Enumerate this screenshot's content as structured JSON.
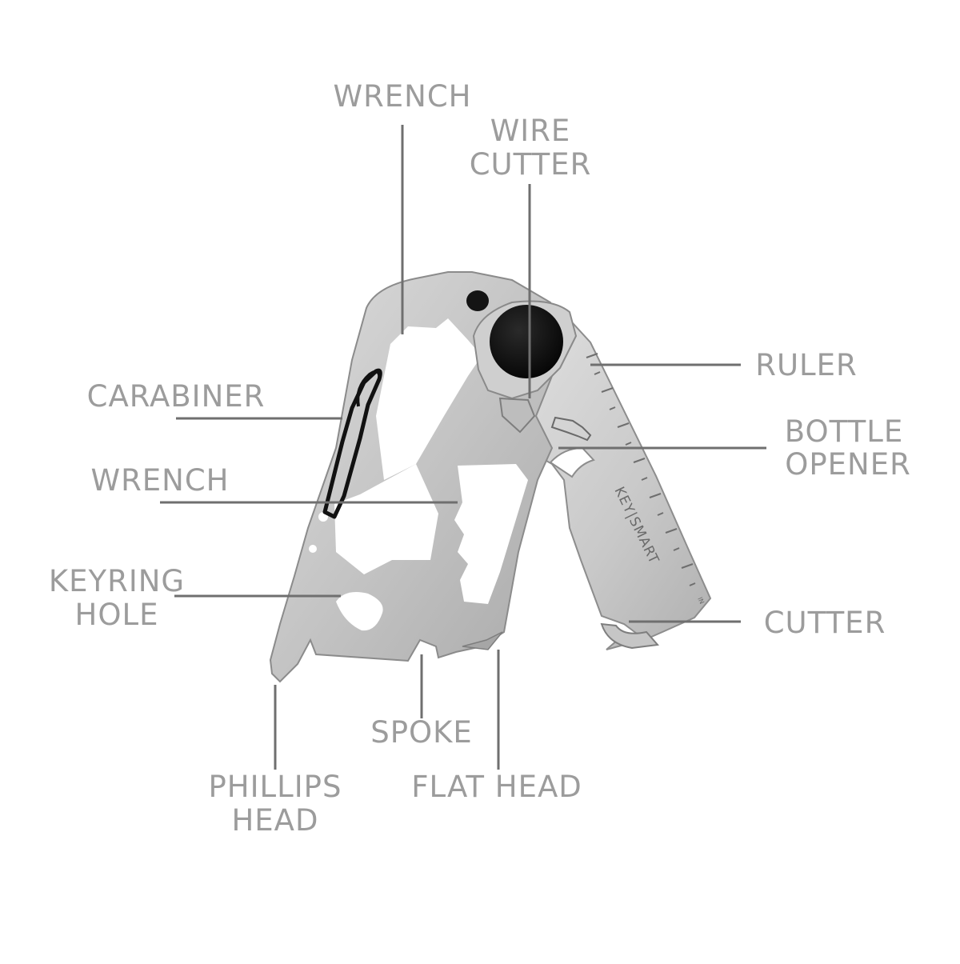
{
  "product": {
    "brand_text": "KEY|SMART",
    "ruler_unit": "IN"
  },
  "callouts": {
    "wrench_top": "WRENCH",
    "wire_cutter": [
      "WIRE",
      "CUTTER"
    ],
    "ruler": "RULER",
    "carabiner": "CARABINER",
    "bottle_opener": [
      "BOTTLE",
      "OPENER"
    ],
    "wrench_mid": "WRENCH",
    "keyring_hole": [
      "KEYRING",
      "HOLE"
    ],
    "cutter": "CUTTER",
    "spoke": "SPOKE",
    "phillips_head": [
      "PHILLIPS",
      "HEAD"
    ],
    "flat_head": "FLAT HEAD"
  },
  "colors": {
    "label_text": "#9c9c9c",
    "leader_line": "#6f6f6f",
    "steel_light": "#d6d6d6",
    "steel_mid": "#b9b9b9",
    "steel_dark": "#8e8e8e",
    "knob": "#121212"
  }
}
